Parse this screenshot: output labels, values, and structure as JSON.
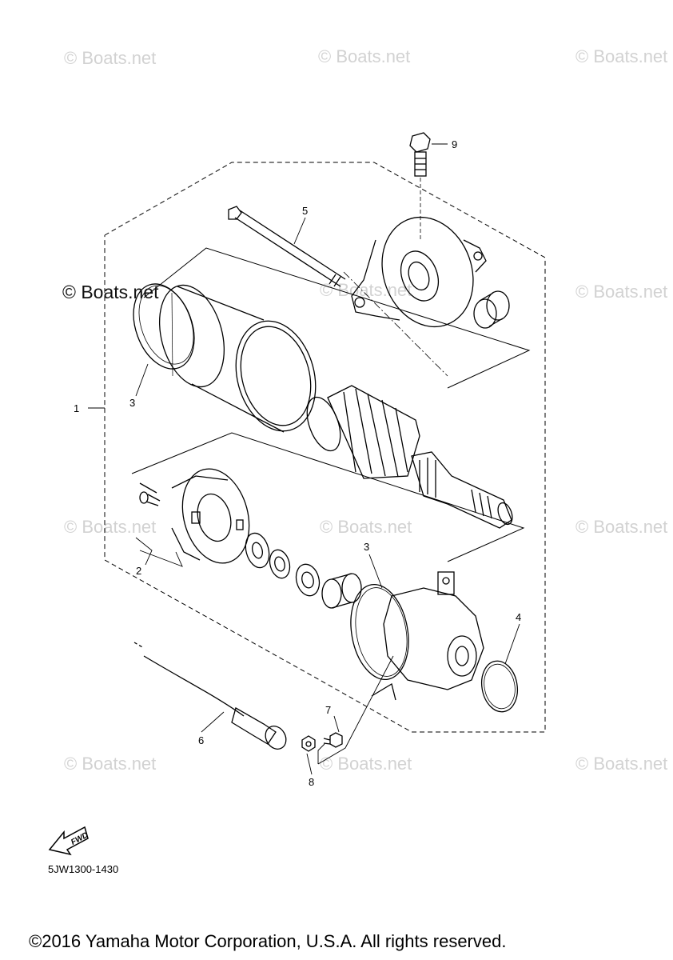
{
  "watermarks": {
    "text": "© Boats.net",
    "prominent_text": "© Boats.net"
  },
  "callouts": {
    "c1": "1",
    "c2": "2",
    "c3a": "3",
    "c3b": "3",
    "c4": "4",
    "c5": "5",
    "c6": "6",
    "c7": "7",
    "c8": "8",
    "c9": "9"
  },
  "fwd_label": "FWD",
  "diagram_code": "5JW1300-1430",
  "copyright": "©2016 Yamaha Motor Corporation, U.S.A. All rights reserved."
}
